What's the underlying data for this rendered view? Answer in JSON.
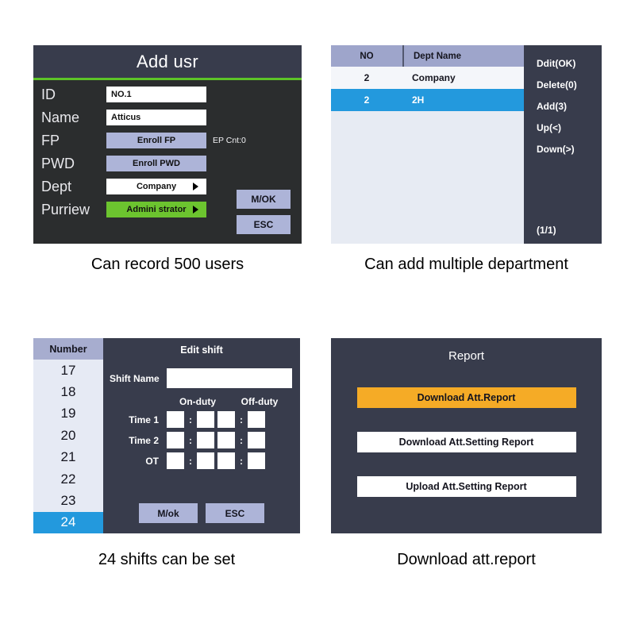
{
  "panels": {
    "add_user": {
      "title": "Add usr",
      "fields": [
        {
          "label": "ID",
          "kind": "text",
          "value": "NO.1"
        },
        {
          "label": "Name",
          "kind": "text",
          "value": "Atticus"
        },
        {
          "label": "FP",
          "kind": "button",
          "value": "Enroll FP",
          "note": "EP Cnt:0"
        },
        {
          "label": "PWD",
          "kind": "button",
          "value": "Enroll PWD"
        },
        {
          "label": "Dept",
          "kind": "select",
          "value": "Company"
        },
        {
          "label": "Purriew",
          "kind": "select-green",
          "value": "Admini strator"
        }
      ],
      "actions": [
        {
          "label": "M/OK"
        },
        {
          "label": "ESC"
        }
      ],
      "caption": "Can record 500 users"
    },
    "dept": {
      "columns": [
        "NO",
        "Dept Name"
      ],
      "rows": [
        {
          "no": "2",
          "name": "Company",
          "selected": false
        },
        {
          "no": "2",
          "name": "2H",
          "selected": true
        }
      ],
      "menu": [
        "Ddit(OK)",
        "Delete(0)",
        "Add(3)",
        "Up(<)",
        "Down(>)"
      ],
      "pager": "(1/1)",
      "caption": "Can add multiple department"
    },
    "shift": {
      "numbers_header": "Number",
      "numbers": [
        {
          "value": "17",
          "selected": false
        },
        {
          "value": "18",
          "selected": false
        },
        {
          "value": "19",
          "selected": false
        },
        {
          "value": "20",
          "selected": false
        },
        {
          "value": "21",
          "selected": false
        },
        {
          "value": "22",
          "selected": false
        },
        {
          "value": "23",
          "selected": false
        },
        {
          "value": "24",
          "selected": true
        }
      ],
      "title": "Edit shift",
      "shift_name_label": "Shift Name",
      "shift_name_value": "",
      "duty_headers": {
        "on": "On-duty",
        "off": "Off-duty"
      },
      "time_rows": [
        {
          "label": "Time 1",
          "on_hour": "",
          "on_min": "",
          "off_hour": "",
          "off_min": ""
        },
        {
          "label": "Time 2",
          "on_hour": "",
          "on_min": "",
          "off_hour": "",
          "off_min": ""
        },
        {
          "label": "OT",
          "on_hour": "",
          "on_min": "",
          "off_hour": "",
          "off_min": ""
        }
      ],
      "colon": ":",
      "buttons": [
        {
          "label": "M/ok"
        },
        {
          "label": "ESC"
        }
      ],
      "caption": "24 shifts can be set"
    },
    "report": {
      "title": "Report",
      "buttons": [
        {
          "label": "Download Att.Report",
          "primary": true
        },
        {
          "label": "Download Att.Setting Report",
          "primary": false
        },
        {
          "label": "Upload Att.Setting Report",
          "primary": false
        }
      ],
      "caption": "Download att.report"
    }
  },
  "colors": {
    "panel_dark": "#383c4c",
    "panel_darker": "#2b2d2e",
    "accent_green": "#6cc42f",
    "rule_green": "#5dc427",
    "accent_blue": "#2399dd",
    "button_lavender": "#adb4d8",
    "header_lavender": "#9ea5cb",
    "accent_orange": "#f5ab26",
    "list_bg": "#e6eaf4"
  }
}
